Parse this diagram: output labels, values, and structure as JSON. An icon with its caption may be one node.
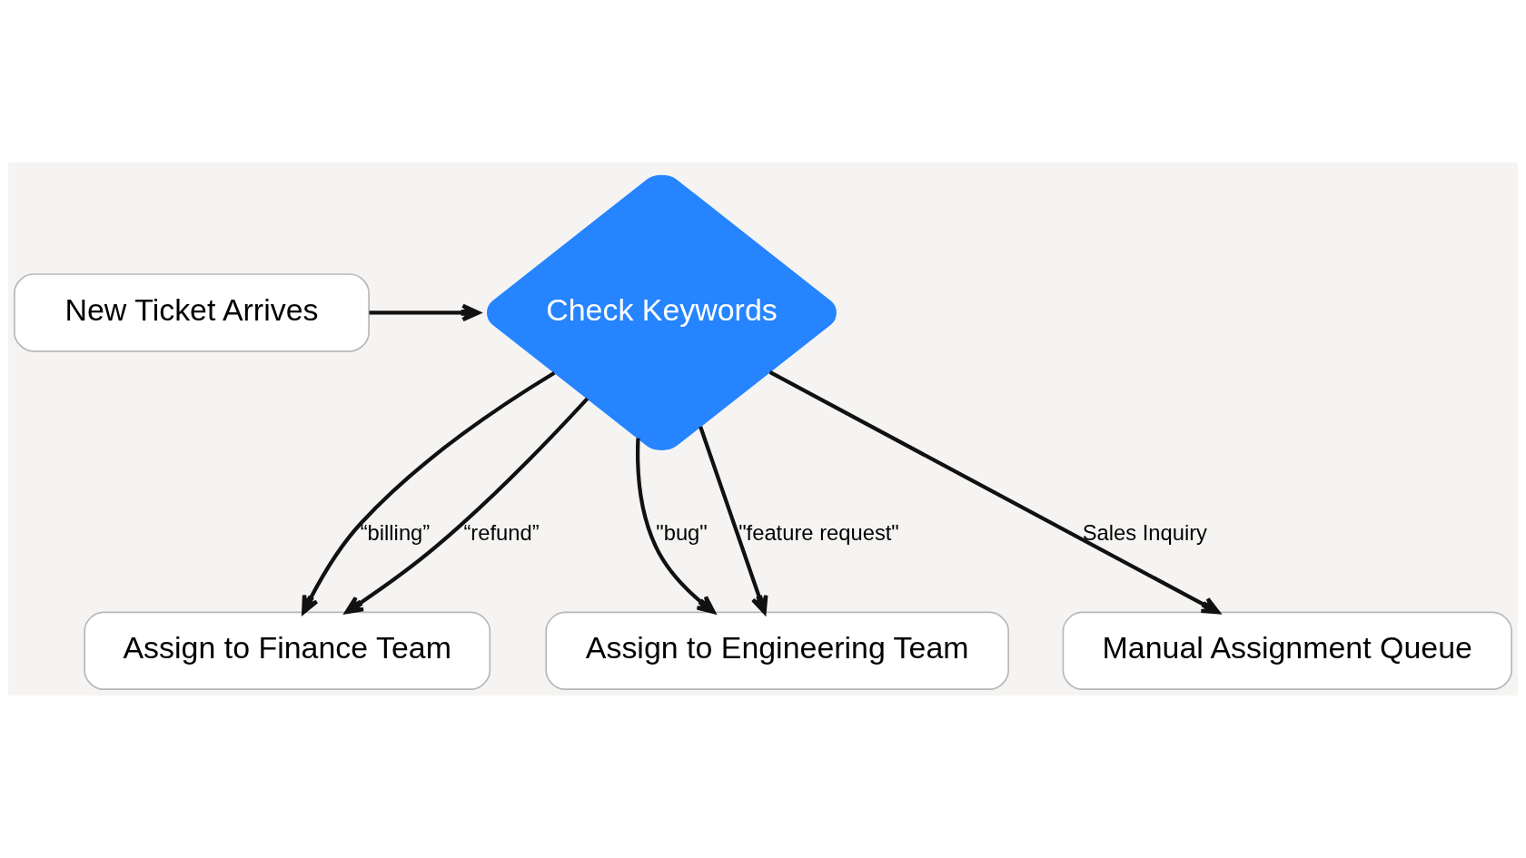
{
  "diagram": {
    "nodes": [
      {
        "text": [
          "New Ticket Arrives"
        ]
      },
      {
        "text": [
          "Check Keywords"
        ]
      },
      {
        "text": [
          "Assign to Finance Team"
        ]
      },
      {
        "text": [
          "Assign to Engineering Team"
        ]
      },
      {
        "text": [
          "Manual Assignment Queue"
        ]
      }
    ],
    "edges": [
      {
        "from": 0,
        "to": 1,
        "arrow": "to"
      },
      {
        "from": 1,
        "to": 2,
        "arrow": "to",
        "label": "“billing”"
      },
      {
        "from": 1,
        "to": 2,
        "arrow": "to",
        "label": "“refund”"
      },
      {
        "from": 1,
        "to": 3,
        "arrow": "to",
        "label": "\"bug\""
      },
      {
        "from": 1,
        "to": 3,
        "arrow": "to",
        "label": "\"feature request\""
      },
      {
        "from": 1,
        "to": 4,
        "arrow": "to",
        "label": "Sales Inquiry"
      }
    ]
  }
}
